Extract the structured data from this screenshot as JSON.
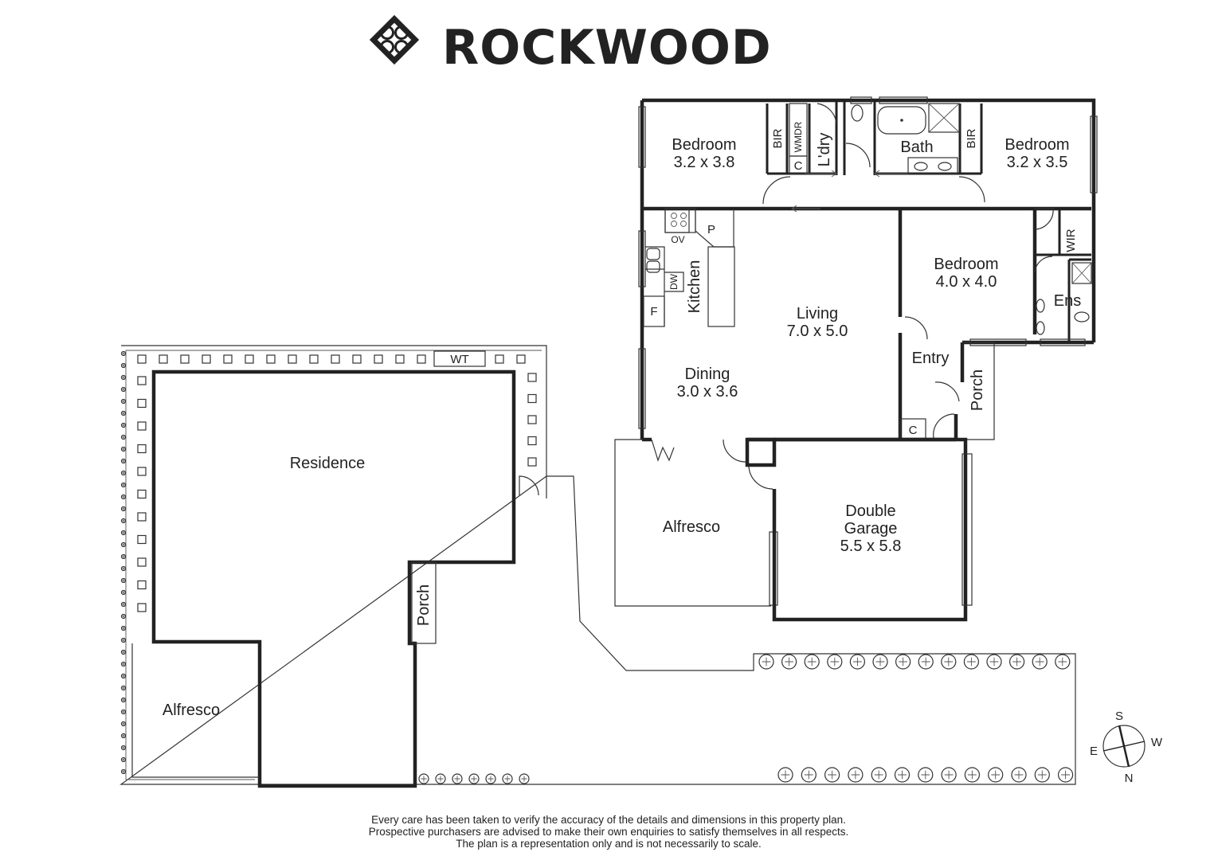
{
  "brand": {
    "name": "ROCKWOOD",
    "logo_icon": "rockwood-diamond-logo-icon"
  },
  "rooms": {
    "bedroom_left": {
      "name": "Bedroom",
      "dims": "3.2 x 3.8"
    },
    "bir_left": "BIR",
    "laundry_c": "C",
    "laundry_wmdr": "WMDR",
    "laundry": "L'dry",
    "bath": "Bath",
    "bir_right": "BIR",
    "bedroom_right": {
      "name": "Bedroom",
      "dims": "3.2 x 3.5"
    },
    "oven": "OV",
    "pantry": "P",
    "dishwasher": "DW",
    "fridge": "F",
    "kitchen": "Kitchen",
    "living": {
      "name": "Living",
      "dims": "7.0 x 5.0"
    },
    "bedroom_main": {
      "name": "Bedroom",
      "dims": "4.0 x 4.0"
    },
    "wir": "WIR",
    "ensuite": "Ens",
    "entry": "Entry",
    "entry_c": "C",
    "porch_front": "Porch",
    "dining": {
      "name": "Dining",
      "dims": "3.0 x 3.6"
    },
    "alfresco_main": "Alfresco",
    "garage": {
      "name_line1": "Double",
      "name_line2": "Garage",
      "dims": "5.5 x 5.8"
    }
  },
  "neighbour": {
    "water_tank": "WT",
    "residence": "Residence",
    "porch": "Porch",
    "alfresco": "Alfresco"
  },
  "compass": {
    "s": "S",
    "w": "W",
    "e": "E",
    "n": "N"
  },
  "disclaimer": [
    "Every care has been taken to verify the accuracy of the details and dimensions in this property plan.",
    "Prospective purchasers are advised to make their own enquiries to satisfy themselves in all respects.",
    "The plan is a representation only and is not necessarily to scale."
  ]
}
